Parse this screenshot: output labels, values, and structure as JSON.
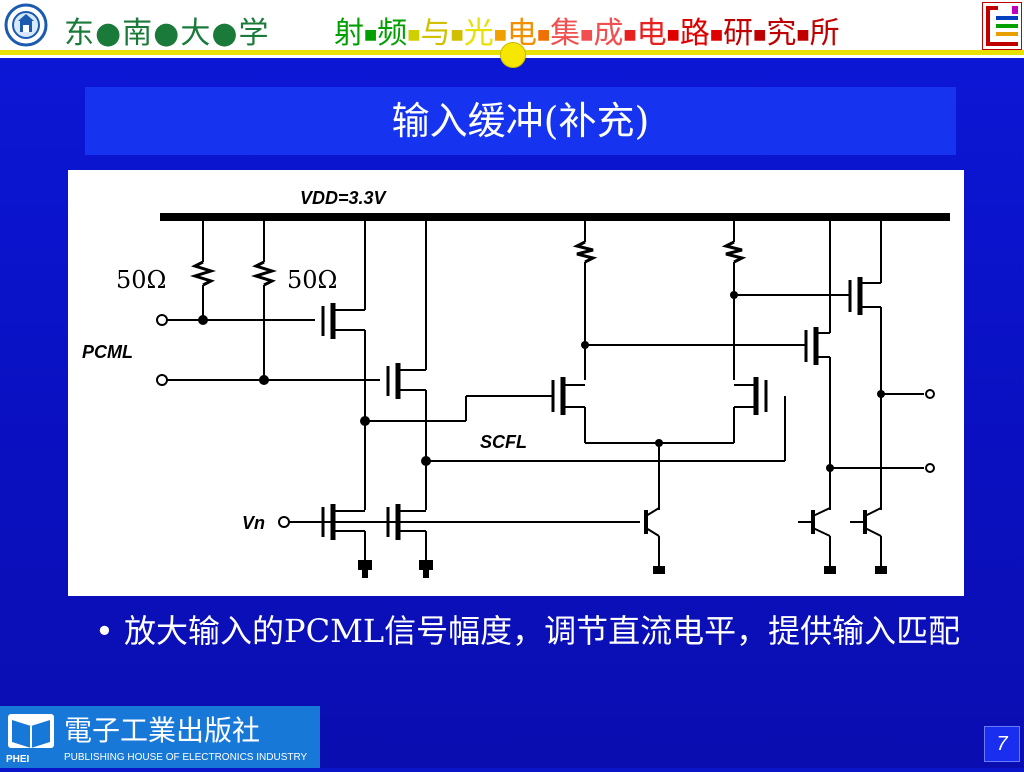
{
  "header": {
    "university": "东●南●大●学",
    "lab_chars": [
      {
        "t": "射",
        "c": "#00a000"
      },
      {
        "t": "■",
        "c": "#00a000"
      },
      {
        "t": "频",
        "c": "#00a000"
      },
      {
        "t": "■",
        "c": "#d0d000"
      },
      {
        "t": "与",
        "c": "#d0c000"
      },
      {
        "t": "■",
        "c": "#d0c000"
      },
      {
        "t": "光",
        "c": "#e8e000"
      },
      {
        "t": "■",
        "c": "#f0a000"
      },
      {
        "t": "电",
        "c": "#f09000"
      },
      {
        "t": "■",
        "c": "#f07000"
      },
      {
        "t": "集",
        "c": "#f05050"
      },
      {
        "t": "■",
        "c": "#f05050"
      },
      {
        "t": "成",
        "c": "#f05050"
      },
      {
        "t": "■",
        "c": "#e82020"
      },
      {
        "t": "电",
        "c": "#e82020"
      },
      {
        "t": "■",
        "c": "#e00000"
      },
      {
        "t": "路",
        "c": "#e00000"
      },
      {
        "t": "■",
        "c": "#e00000"
      },
      {
        "t": "研",
        "c": "#c00000"
      },
      {
        "t": "■",
        "c": "#c00000"
      },
      {
        "t": "究",
        "c": "#c00000"
      },
      {
        "t": "■",
        "c": "#c00000"
      },
      {
        "t": "所",
        "c": "#c00000"
      }
    ]
  },
  "slide": {
    "title": "输入缓冲(补充)",
    "bullet": "• 放大输入的PCML信号幅度，调节直流电平，提供输入匹配",
    "page_number": "7"
  },
  "diagram": {
    "vdd_label": "VDD=3.3V",
    "r1_label": "50Ω",
    "r2_label": "50Ω",
    "pcml_label": "PCML",
    "scfl_label": "SCFL",
    "vn_label": "Vn"
  },
  "footer": {
    "publisher_cn": "電子工業出版社",
    "publisher_en": "PUBLISHING HOUSE OF ELECTRONICS INDUSTRY",
    "publisher_abbr": "PHEI"
  },
  "colors": {
    "background": "#0c18d8",
    "title_box": "#1634f0",
    "university_text": "#1a7a3a",
    "rule": "#e8e000",
    "footer_bar": "#1878d8"
  }
}
